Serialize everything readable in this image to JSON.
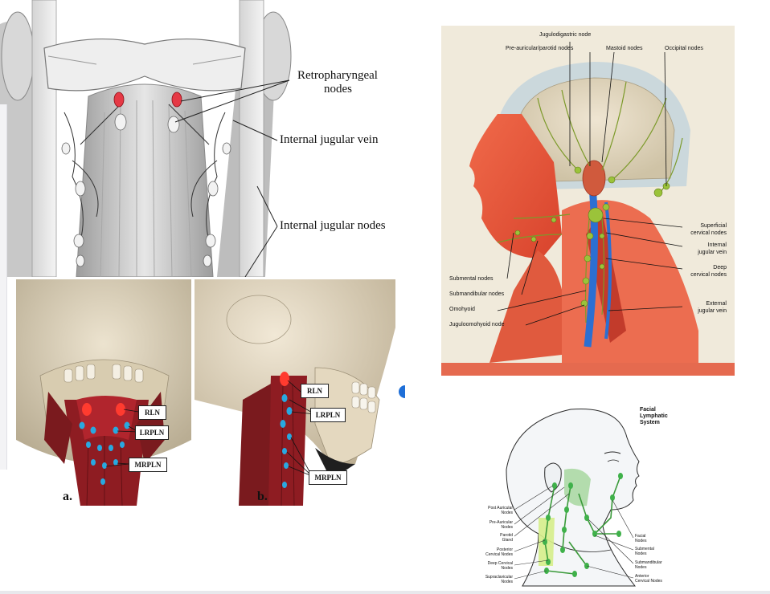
{
  "panel_top_left": {
    "labels": [
      "Retropharyngeal",
      "nodes",
      "Internal jugular vein",
      "Internal jugular nodes"
    ]
  },
  "panel_a": {
    "letter": "a.",
    "labels": [
      "RLN",
      "LRPLN",
      "MRPLN"
    ]
  },
  "panel_b": {
    "letter": "b.",
    "labels": [
      "RLN",
      "LRPLN",
      "MRPLN"
    ]
  },
  "panel_head": {
    "top_labels": [
      "Jugulodigastric node",
      "Pre-auricular/parotid nodes",
      "Mastoid nodes",
      "Occipital nodes"
    ],
    "right_labels": [
      [
        "Superficial",
        "cervical nodes"
      ],
      [
        "Internal",
        "jugular vein"
      ],
      [
        "Deep",
        "cervical nodes"
      ],
      [
        "External",
        "jugular vein"
      ]
    ],
    "left_labels": [
      "Submental nodes",
      "Submandibular nodes",
      "Omohyoid",
      "Juguloomohyoid node"
    ]
  },
  "panel_face": {
    "title": [
      "Facial",
      "Lymphatic",
      "System"
    ],
    "left_labels": [
      [
        "Post Auricular",
        "Nodes"
      ],
      [
        "Pre-Auricular",
        "Nodes"
      ],
      [
        "Parotid",
        "Gland"
      ],
      [
        "Posterior",
        "Cervical Nodes"
      ],
      [
        "Deep Cervical",
        "Nodes"
      ],
      [
        "Supraclavicular",
        "Nodes"
      ]
    ],
    "right_labels": [
      [
        "Facial",
        "Nodes"
      ],
      [
        "Submental",
        "Nodes"
      ],
      [
        "Submandibular",
        "Nodes"
      ],
      [
        "Anterior",
        "Cervical Nodes"
      ]
    ]
  }
}
